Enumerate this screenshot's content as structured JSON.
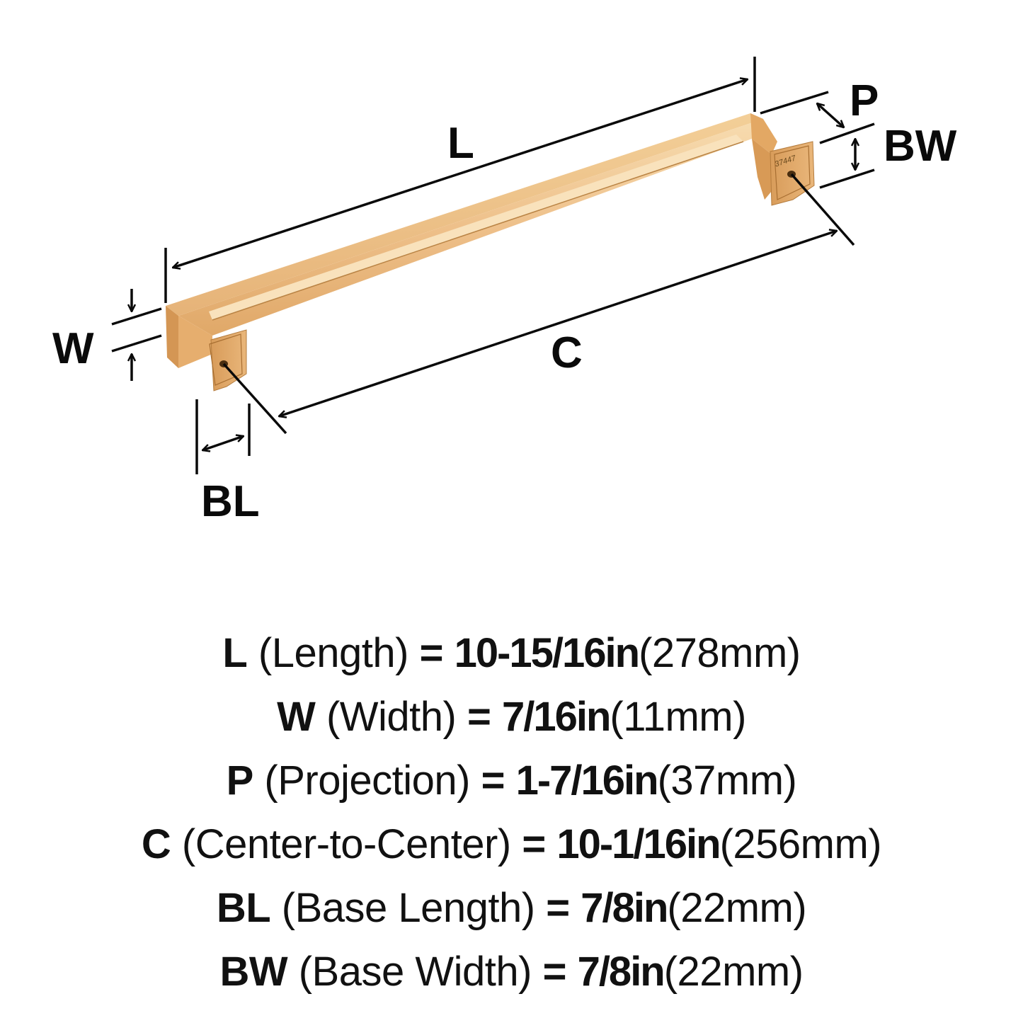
{
  "diagram": {
    "title": "Cabinet pull handle dimension diagram",
    "finish_color": "#e3b072",
    "finish_highlight": "#f6d6a6",
    "finish_shadow": "#c48a48",
    "line_color": "#0a0a0a",
    "part_number": "37447",
    "labels": {
      "L": "L",
      "W": "W",
      "P": "P",
      "BW": "BW",
      "C": "C",
      "BL": "BL"
    }
  },
  "specs": [
    {
      "code": "L",
      "name": "(Length)",
      "eq": "=",
      "imperial": "10-15/16in",
      "metric": "(278mm)"
    },
    {
      "code": "W",
      "name": "(Width)",
      "eq": "=",
      "imperial": "7/16in",
      "metric": "(11mm)"
    },
    {
      "code": "P",
      "name": "(Projection)",
      "eq": "=",
      "imperial": "1-7/16in",
      "metric": "(37mm)"
    },
    {
      "code": "C",
      "name": "(Center-to-Center)",
      "eq": "=",
      "imperial": "10-1/16in",
      "metric": "(256mm)"
    },
    {
      "code": "BL",
      "name": "(Base Length)",
      "eq": "=",
      "imperial": "7/8in",
      "metric": "(22mm)"
    },
    {
      "code": "BW",
      "name": "(Base Width)",
      "eq": "=",
      "imperial": "7/8in",
      "metric": "(22mm)"
    }
  ]
}
